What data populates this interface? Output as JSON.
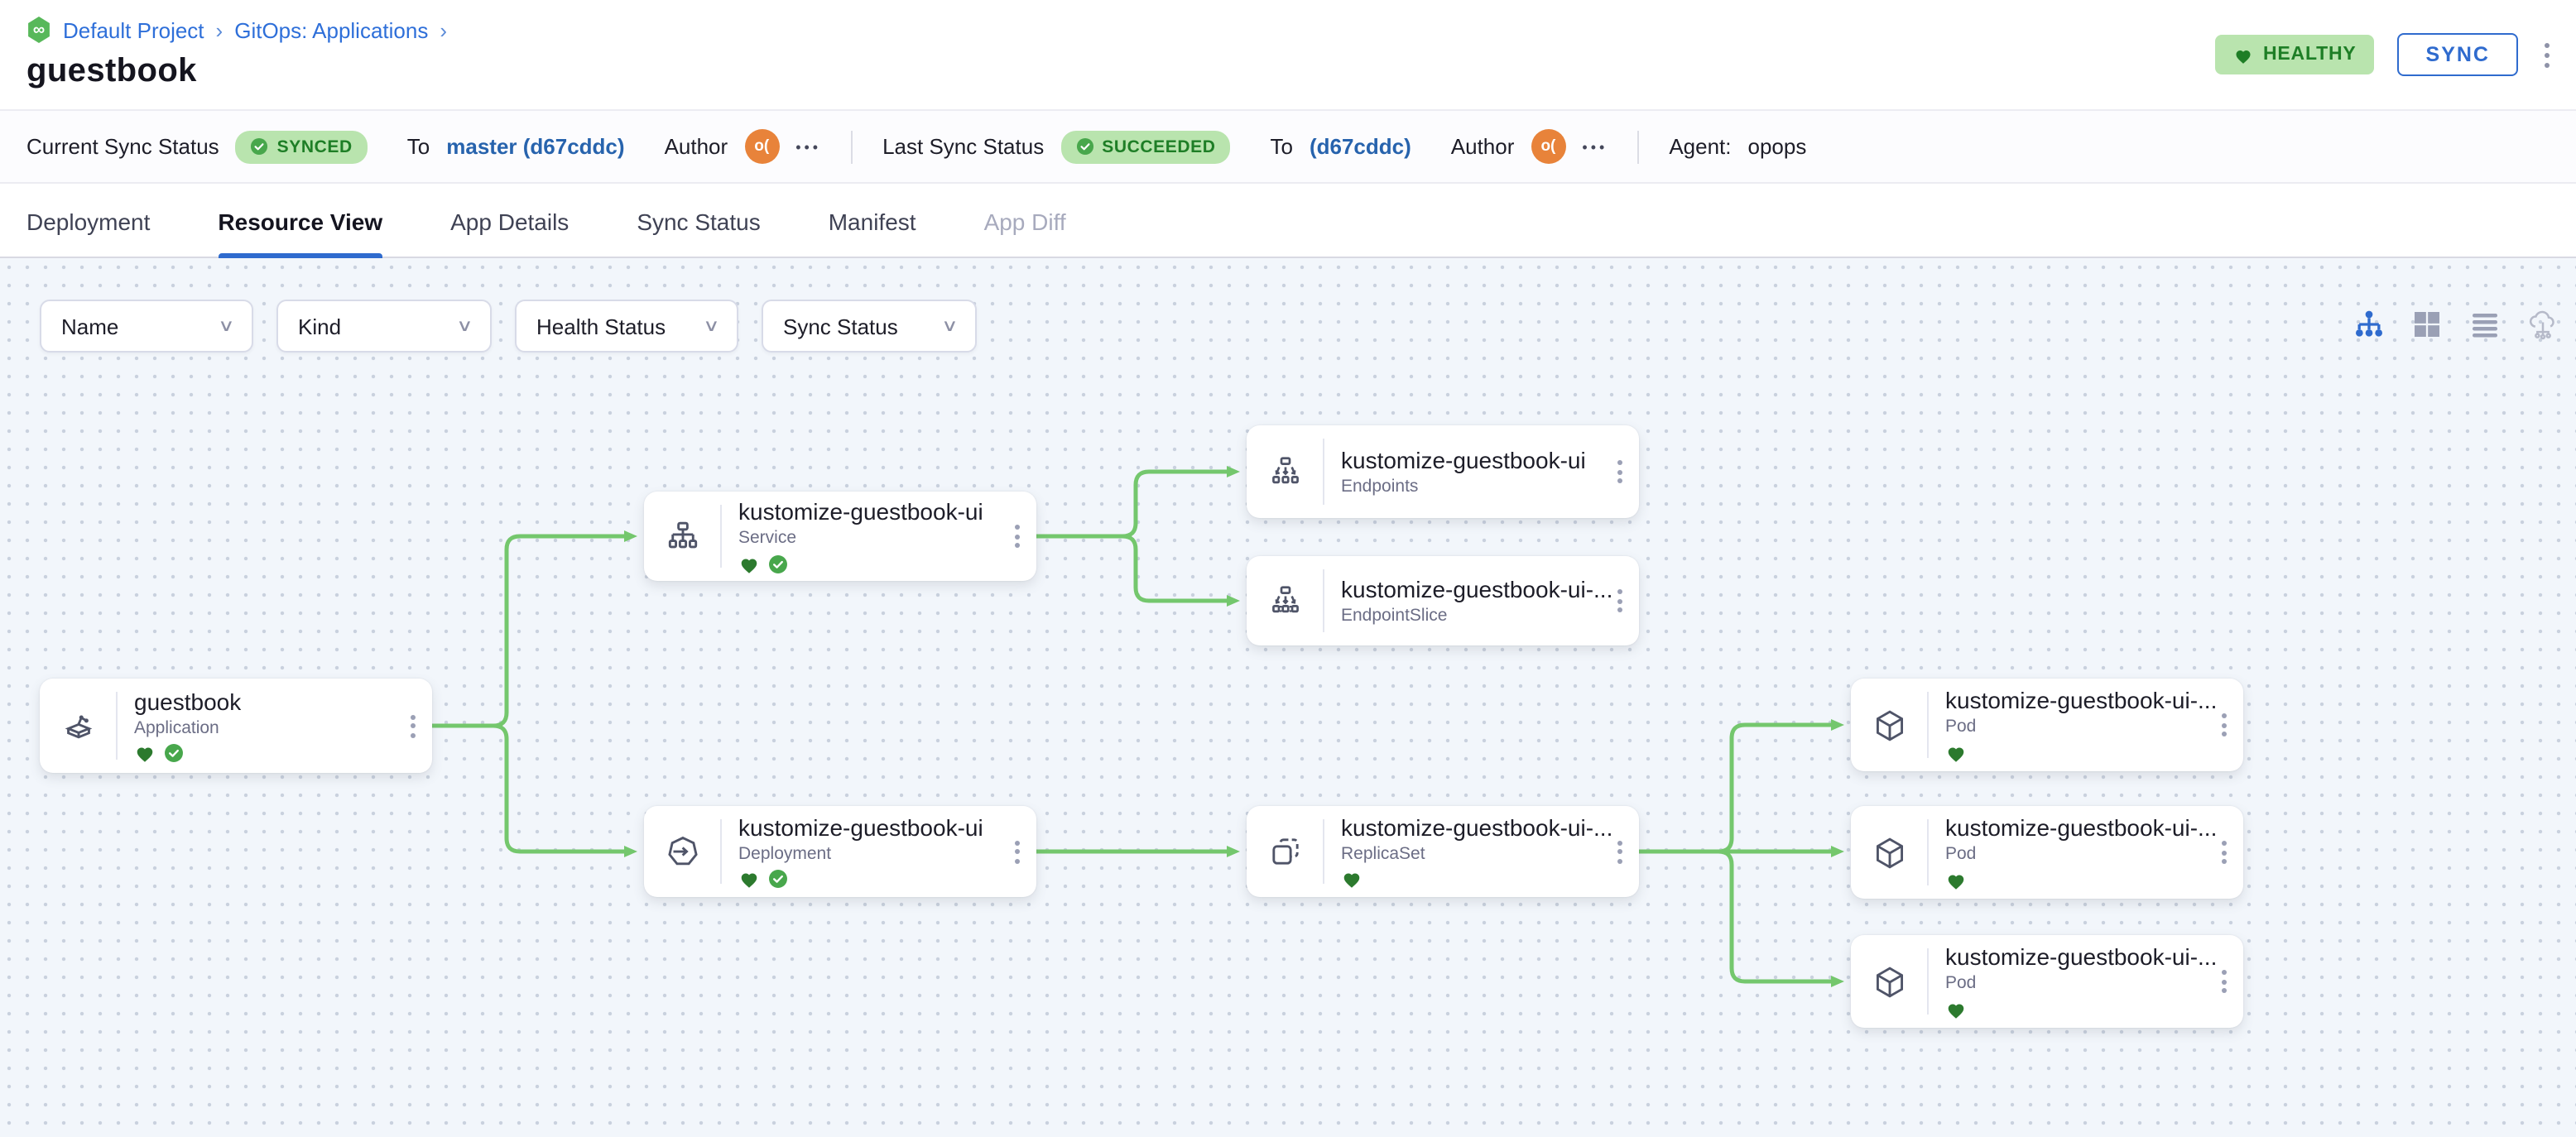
{
  "breadcrumb": {
    "logo": "infinity-logo",
    "items": [
      "Default Project",
      "GitOps: Applications"
    ],
    "separator": "›"
  },
  "page": {
    "title": "guestbook"
  },
  "actions": {
    "health_badge": "HEALTHY",
    "sync_button": "SYNC"
  },
  "status_bar": {
    "current": {
      "label": "Current Sync Status",
      "badge": "SYNCED",
      "to": "To",
      "target": "master (d67cddc)",
      "author": "Author",
      "avatar": "o(",
      "more": "•••"
    },
    "last": {
      "label": "Last Sync Status",
      "badge": "SUCCEEDED",
      "to": "To",
      "target": "(d67cddc)",
      "author": "Author",
      "avatar": "o(",
      "more": "•••"
    },
    "agent_label": "Agent:",
    "agent_value": "opops"
  },
  "tabs": [
    {
      "label": "Deployment"
    },
    {
      "label": "Resource View",
      "active": true
    },
    {
      "label": "App Details"
    },
    {
      "label": "Sync Status"
    },
    {
      "label": "Manifest"
    },
    {
      "label": "App Diff",
      "disabled": true
    }
  ],
  "filters": {
    "name": "Name",
    "kind": "Kind",
    "health": "Health Status",
    "sync": "Sync Status"
  },
  "view_toggles": [
    "tree-view",
    "grid-view",
    "list-view",
    "cloud-view"
  ],
  "graph": {
    "nodes": [
      {
        "name": "guestbook",
        "kind": "Application",
        "healthy": true,
        "synced": true
      },
      {
        "name": "kustomize-guestbook-ui",
        "kind": "Service",
        "healthy": true,
        "synced": true
      },
      {
        "name": "kustomize-guestbook-ui",
        "kind": "Endpoints",
        "healthy": false,
        "synced": false
      },
      {
        "name": "kustomize-guestbook-ui-...",
        "kind": "EndpointSlice",
        "healthy": false,
        "synced": false
      },
      {
        "name": "kustomize-guestbook-ui",
        "kind": "Deployment",
        "healthy": true,
        "synced": true
      },
      {
        "name": "kustomize-guestbook-ui-...",
        "kind": "ReplicaSet",
        "healthy": true,
        "synced": false
      },
      {
        "name": "kustomize-guestbook-ui-...",
        "kind": "Pod",
        "healthy": true,
        "synced": false
      },
      {
        "name": "kustomize-guestbook-ui-...",
        "kind": "Pod",
        "healthy": true,
        "synced": false
      },
      {
        "name": "kustomize-guestbook-ui-...",
        "kind": "Pod",
        "healthy": true,
        "synced": false
      }
    ]
  },
  "colors": {
    "accent_blue": "#2f6bce",
    "link_blue": "#2763ad",
    "edge_green": "#74c76d",
    "badge_bg": "#b9e4ae",
    "badge_text": "#1e7e26",
    "heart_green": "#2c7a2e",
    "check_green": "#48a74c",
    "avatar_orange": "#e8833a"
  }
}
